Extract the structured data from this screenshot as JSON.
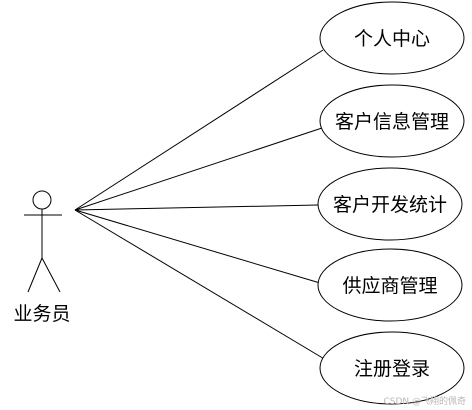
{
  "diagram": {
    "type": "use-case",
    "actor": {
      "name": "业务员"
    },
    "use_cases": [
      {
        "label": "个人中心"
      },
      {
        "label": "客户信息管理"
      },
      {
        "label": "客户开发统计"
      },
      {
        "label": "供应商管理"
      },
      {
        "label": "注册登录"
      }
    ]
  },
  "watermark": "CSDN @飞翔的佩奇"
}
